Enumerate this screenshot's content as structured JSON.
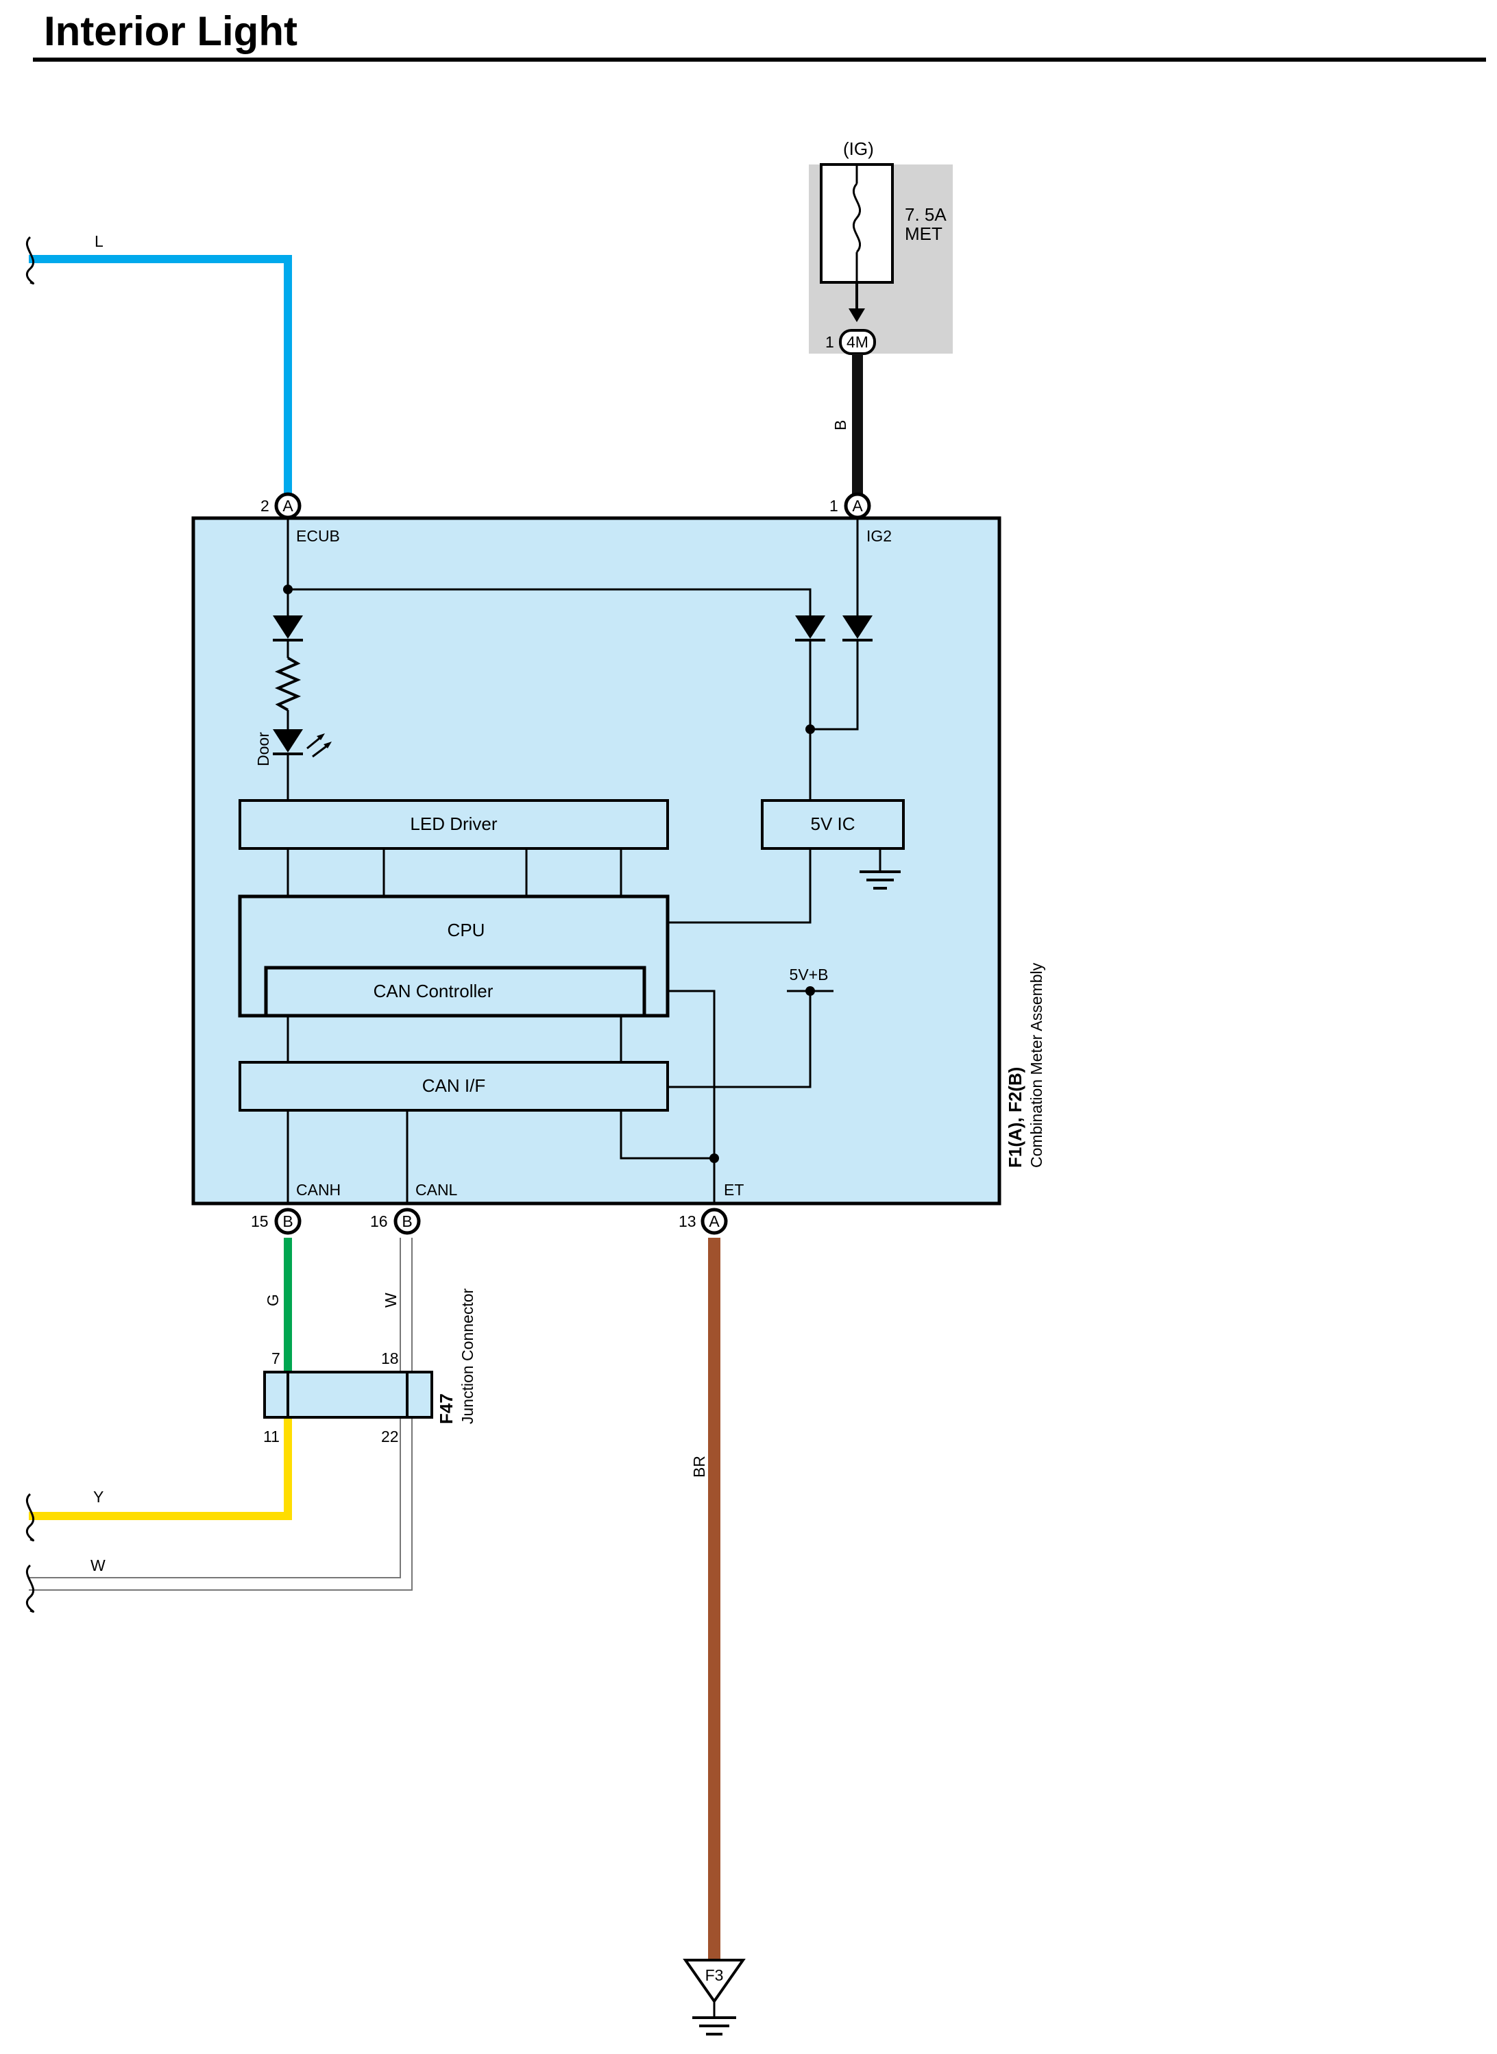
{
  "title": "Interior Light",
  "colors": {
    "wire_L": "#00a9ec",
    "wire_B": "#111111",
    "wire_G": "#00a650",
    "wire_Y": "#ffdd00",
    "wire_W": "#777777",
    "wire_BR": "#a0522d",
    "module_fill": "#c8e8f8",
    "fuse_box_fill": "#d3d3d3"
  },
  "fuse": {
    "source": "(IG)",
    "rating": "7. 5A",
    "name": "MET",
    "connector_pin": "1",
    "connector_id": "4M"
  },
  "wires": {
    "L": "L",
    "B": "B",
    "G": "G",
    "W_short": "W",
    "Y": "Y",
    "W": "W",
    "BR": "BR"
  },
  "module": {
    "id": "F1(A), F2(B)",
    "name": "Combination Meter Assembly",
    "pins": {
      "ecub": {
        "num": "2",
        "conn": "A",
        "label": "ECUB"
      },
      "ig2": {
        "num": "1",
        "conn": "A",
        "label": "IG2"
      },
      "canh": {
        "num": "15",
        "conn": "B",
        "label": "CANH"
      },
      "canl": {
        "num": "16",
        "conn": "B",
        "label": "CANL"
      },
      "et": {
        "num": "13",
        "conn": "A",
        "label": "ET"
      }
    },
    "door_label": "Door",
    "led_driver": "LED Driver",
    "five_v_ic": "5V IC",
    "cpu": "CPU",
    "can_controller": "CAN Controller",
    "can_if": "CAN I/F",
    "five_v_b": "5V+B"
  },
  "junction": {
    "id": "F47",
    "name": "Junction Connector",
    "pins": {
      "top_left": "7",
      "top_right": "18",
      "bottom_left": "11",
      "bottom_right": "22"
    }
  },
  "ground": {
    "label": "F3"
  }
}
